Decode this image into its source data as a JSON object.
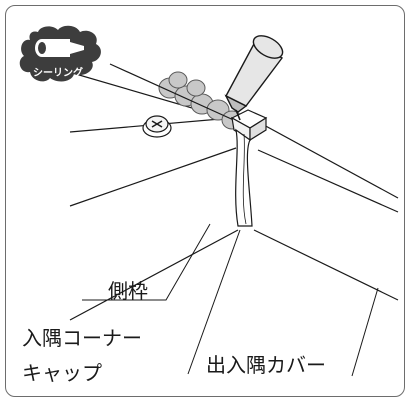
{
  "badge": {
    "label": "シーリング",
    "icon": "sealant-tube-icon",
    "color": "#3d3d3d"
  },
  "labels": {
    "side_frame": "側枠",
    "inner_corner_cap_line1": "入隅コーナー",
    "inner_corner_cap_line2": "キャップ",
    "inner_corner_cover": "出入隅カバー"
  },
  "colors": {
    "frame_border": "#6d6d6d",
    "sealant_bead": "#c8c8c8",
    "gun_body": "#e6e6e6",
    "line": "#1a1a1a"
  }
}
